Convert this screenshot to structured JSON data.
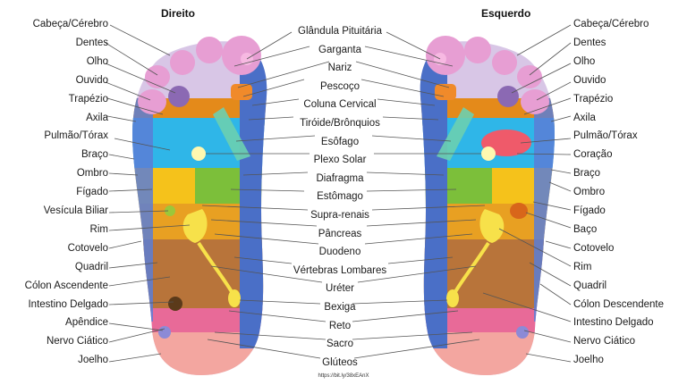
{
  "headings": {
    "right_foot": "Direito",
    "left_foot": "Esquerdo"
  },
  "labels": {
    "left": [
      "Cabeça/Cérebro",
      "Dentes",
      "Olho",
      "Ouvido",
      "Trapézio",
      "Axila",
      "Pulmão/Tórax",
      "Braço",
      "Ombro",
      "Fígado",
      "Vesícula Biliar",
      "Rim",
      "Cotovelo",
      "Quadril",
      "Cólon Ascendente",
      "Intestino Delgado",
      "Apêndice",
      "Nervo Ciático",
      "Joelho"
    ],
    "center": [
      "Glândula Pituitária",
      "Garganta",
      "Nariz",
      "Pescoço",
      "Coluna Cervical",
      "Tiróide/Brônquios",
      "Esôfago",
      "Plexo Solar",
      "Diafragma",
      "Estômago",
      "Supra-renais",
      "Pâncreas",
      "Duodeno",
      "Vértebras Lombares",
      "Uréter",
      "Bexiga",
      "Reto",
      "Sacro",
      "Glúteos"
    ],
    "right": [
      "Cabeça/Cérebro",
      "Dentes",
      "Olho",
      "Ouvido",
      "Trapézio",
      "Axila",
      "Pulmão/Tórax",
      "Coração",
      "Braço",
      "Ombro",
      "Fígado",
      "Baço",
      "Cotovelo",
      "Rim",
      "Quadril",
      "Cólon Descendente",
      "Intestino Delgado",
      "Nervo Ciático",
      "Joelho"
    ]
  },
  "source_url": "https://bit.ly/38xEAnX"
}
